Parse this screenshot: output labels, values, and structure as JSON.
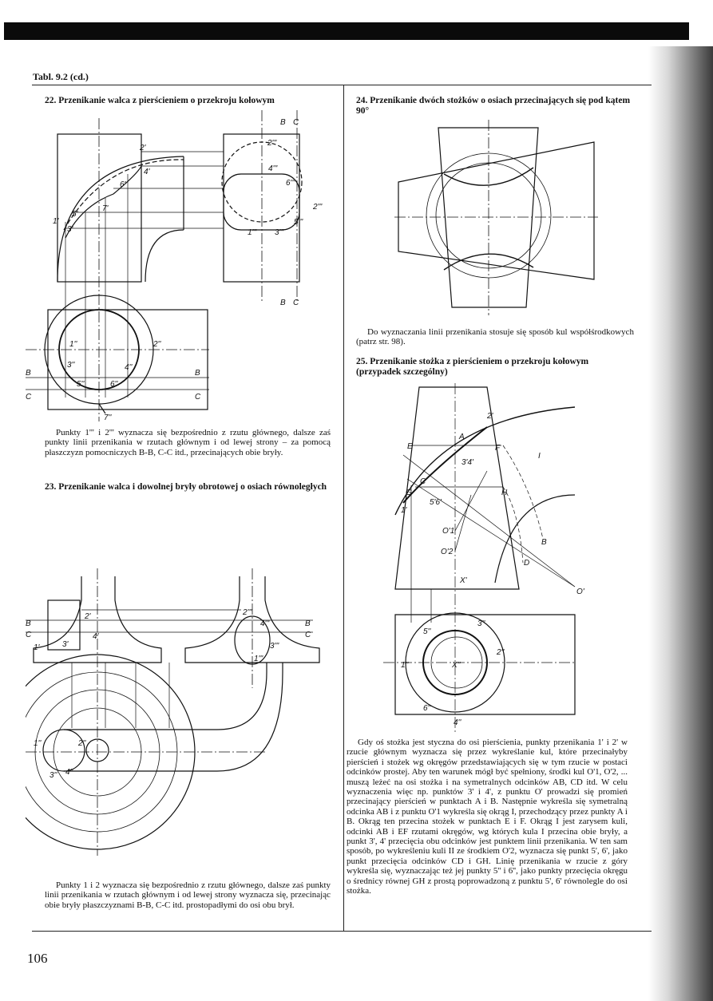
{
  "header": {
    "table_label": "Tabl. 9.2 (cd.)"
  },
  "left": {
    "s22": {
      "title": "22. Przenikanie walca z pierścieniem o przekroju kołowym",
      "text": "Punkty 1''' i 2''' wyznacza się bezpośrednio z rzutu głównego, dalsze zaś punkty linii przenikania w rzutach głównym i od lewej strony – za pomocą płaszczyzn pomocniczych B-B, C-C itd., przecinających obie bryły.",
      "labels": {
        "B": "B",
        "C": "C",
        "p1p": "1'",
        "p2p": "2'",
        "p3p": "3'",
        "p4p": "4'",
        "p5p": "5'",
        "p6p": "6'",
        "p7p": "7'",
        "p1t": "1'''",
        "p2t": "2'''",
        "p3t": "3'''",
        "p4t": "4'''",
        "p5t": "5'''",
        "p6t": "6'''",
        "p1s": "1''",
        "p2s": "2''",
        "p3s": "3''",
        "p4s": "4''",
        "p5s": "5''",
        "p6s": "6''",
        "p7s": "7''"
      }
    },
    "s23": {
      "title": "23. Przenikanie walca i dowolnej bryły obrotowej o osiach równoległych",
      "text": "Punkty 1 i 2 wyznacza się bezpośrednio z rzutu głównego, dalsze zaś punkty linii przenikania w rzutach głównym i od lewej strony wyznacza się, przecinając obie bryły płaszczyznami B-B, C-C itd. prostopadłymi do osi obu brył.",
      "labels": {
        "B": "B",
        "C": "C",
        "p1p": "1'",
        "p2p": "2'",
        "p3p": "3'",
        "p4p": "4'",
        "p1t": "1'''",
        "p2t": "2'''",
        "p3t": "3'''",
        "p4t": "4'''",
        "p1s": "1''",
        "p2s": "2''",
        "p3s": "3''",
        "p4s": "4''"
      }
    }
  },
  "right": {
    "s24": {
      "title": "24. Przenikanie dwóch stożków o osiach przecinających się pod kątem 90°",
      "text": "Do wyznaczania linii przenikania stosuje się sposób kul współśrodkowych (patrz str. 98)."
    },
    "s25": {
      "title": "25. Przenikanie stożka z pierścieniem o przekroju kołowym (przypadek szczególny)",
      "text": "Gdy oś stożka jest styczna do osi pierścienia, punkty przenikania 1' i 2' w rzucie głównym wyznacza się przez wykreślanie kul, które przecinałyby pierścień i stożek wg okręgów przedstawiających się w tym rzucie w postaci odcinków prostej. Aby ten warunek mógł być spełniony, środki kul O'1, O'2, ... muszą leżeć na osi stożka i na symetralnych odcinków AB, CD itd. W celu wyznaczenia więc np. punktów 3' i 4', z punktu O' prowadzi się promień przecinający pierścień w punktach A i B. Następnie wykreśla się symetralną odcinka AB i z punktu O'1 wykreśla się okrąg I, przechodzący przez punkty A i B. Okrąg ten przecina stożek w punktach E i F. Okrąg I jest zarysem kuli, odcinki AB i EF rzutami okręgów, wg których kula I przecina obie bryły, a punkt 3', 4' przecięcia obu odcinków jest punktem linii przenikania. W ten sam sposób, po wykreśleniu kuli II ze środkiem O'2, wyznacza się punkt 5', 6', jako punkt przecięcia odcinków CD i GH. Linię przenikania w rzucie z góry wykreśla się, wyznaczając też jej punkty 5'' i 6'', jako punkty przecięcia okręgu o średnicy równej GH z prostą poprowadzoną z punktu 5', 6' równolegle do osi stożka.",
      "labels": {
        "p1p": "1'",
        "p2p": "2'",
        "p34": "3'4'",
        "p56": "5'6'",
        "A": "A",
        "B": "B",
        "C": "C",
        "D": "D",
        "E": "E",
        "F": "F",
        "G": "G",
        "H": "H",
        "I": "I",
        "O": "O'",
        "O1": "O'1",
        "O2": "O'2",
        "X": "X'",
        "Xs": "X''",
        "p1s": "1''",
        "p2s": "2''",
        "p3s": "3''",
        "p4s": "4''",
        "p5s": "5''",
        "p6s": "6''"
      }
    }
  },
  "footer": {
    "page_number": "106"
  }
}
